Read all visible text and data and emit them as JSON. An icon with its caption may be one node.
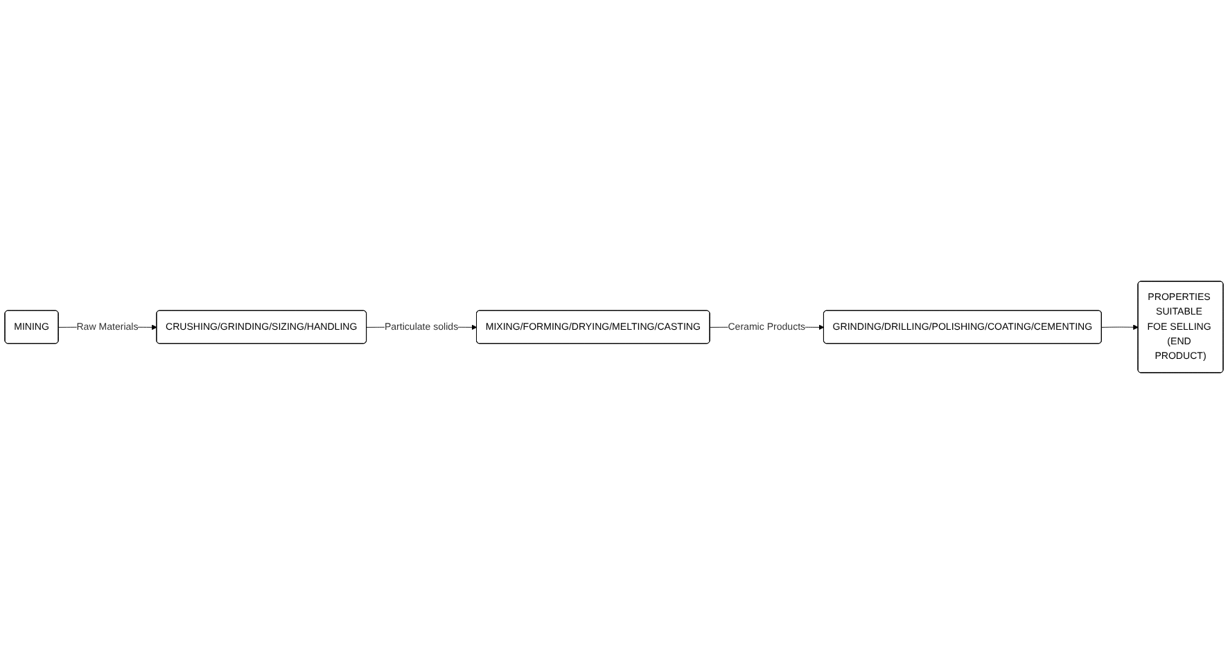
{
  "diagram": {
    "nodes": [
      {
        "text": [
          "MINING"
        ]
      },
      {
        "text": [
          "CRUSHING/GRINDING/SIZING/HANDLING"
        ]
      },
      {
        "text": [
          "MIXING/FORMING/DRYING/MELTING/CASTING"
        ]
      },
      {
        "text": [
          "GRINDING/DRILLING/POLISHING/COATING/CEMENTING"
        ]
      },
      {
        "text": [
          "PROPERTIES SUITABLE FOE SELLING (END PRODUCT)"
        ]
      }
    ],
    "edges": [
      {
        "from": 0,
        "to": 1,
        "arrow": "to",
        "label": "Raw Materials"
      },
      {
        "from": 1,
        "to": 2,
        "arrow": "to",
        "label": "Particulate solids"
      },
      {
        "from": 2,
        "to": 3,
        "arrow": "to",
        "label": "Ceramic Products"
      },
      {
        "from": 3,
        "to": 4,
        "arrow": "to"
      }
    ]
  }
}
